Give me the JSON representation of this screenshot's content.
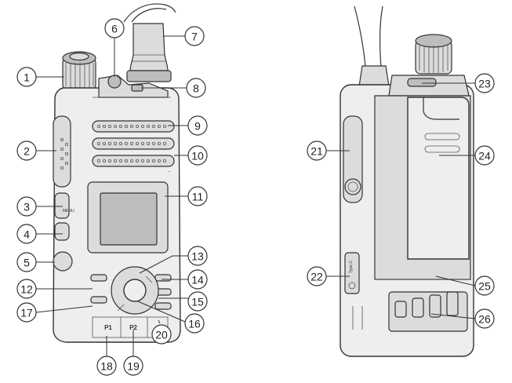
{
  "key_labels": {
    "p1": "P1",
    "p2": "P2",
    "type_c": "Type-C",
    "menu": "MENU"
  },
  "callouts": [
    {
      "id": "1",
      "label": "1"
    },
    {
      "id": "2",
      "label": "2"
    },
    {
      "id": "3",
      "label": "3"
    },
    {
      "id": "4",
      "label": "4"
    },
    {
      "id": "5",
      "label": "5"
    },
    {
      "id": "6",
      "label": "6"
    },
    {
      "id": "7",
      "label": "7"
    },
    {
      "id": "8",
      "label": "8"
    },
    {
      "id": "9",
      "label": "9"
    },
    {
      "id": "10",
      "label": "10"
    },
    {
      "id": "11",
      "label": "11"
    },
    {
      "id": "12",
      "label": "12"
    },
    {
      "id": "13",
      "label": "13"
    },
    {
      "id": "14",
      "label": "14"
    },
    {
      "id": "15",
      "label": "15"
    },
    {
      "id": "16",
      "label": "16"
    },
    {
      "id": "17",
      "label": "17"
    },
    {
      "id": "18",
      "label": "18"
    },
    {
      "id": "19",
      "label": "19"
    },
    {
      "id": "20",
      "label": "20"
    },
    {
      "id": "21",
      "label": "21"
    },
    {
      "id": "22",
      "label": "22"
    },
    {
      "id": "23",
      "label": "23"
    },
    {
      "id": "24",
      "label": "24"
    },
    {
      "id": "25",
      "label": "25"
    },
    {
      "id": "26",
      "label": "26"
    }
  ]
}
